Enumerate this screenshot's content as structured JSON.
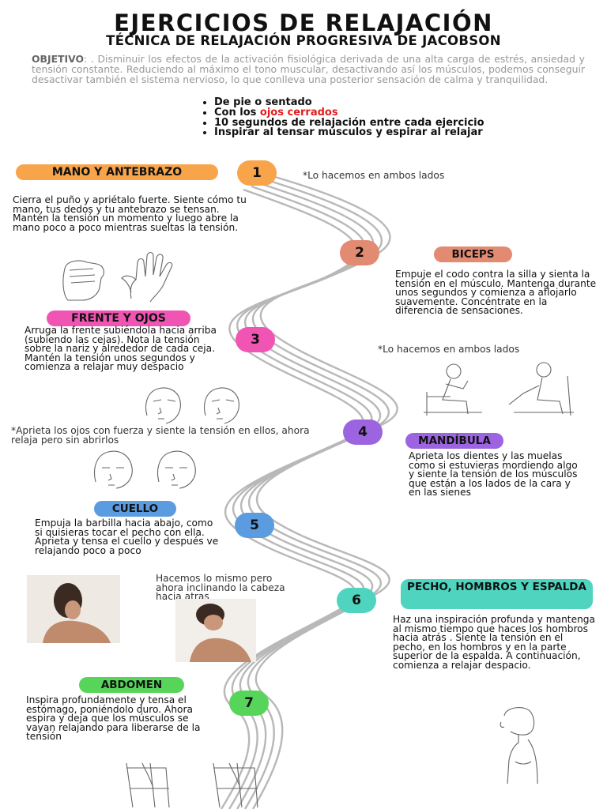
{
  "header": {
    "title": "EJERCICIOS DE RELAJACIÓN",
    "subtitle": "TÉCNICA DE RELAJACIÓN PROGRESIVA DE JACOBSON"
  },
  "objective": {
    "label": "OBJETIVO",
    "text": ": . Disminuir los efectos de la activación fisiológica derivada de una alta carga de estrés, ansiedad y tensión constante. Reduciendo al máximo el tono muscular, desactivando así los músculos, podemos conseguir desactivar también el sistema nervioso, lo que conlleva una posterior sensación de calma y tranquilidad."
  },
  "bullets": {
    "b1": "De pie o sentado",
    "b2_prefix": "Con los ",
    "b2_highlight": "ojos cerrados",
    "b3": "10 segundos de relajación entre cada ejercicio",
    "b4": "Inspirar al tensar músculos y espirar al relajar"
  },
  "steps": {
    "s1": {
      "num": "1",
      "title": "MANO Y ANTEBRAZO",
      "note": "*Lo hacemos en ambos lados",
      "text": "Cierra el puño y apriétalo fuerte. Siente cómo tu mano, tus dedos y tu antebrazo se tensan. Mantén la tensión un momento y luego abre la mano poco a poco mientras sueltas la tensión."
    },
    "s2": {
      "num": "2",
      "title": "BICEPS",
      "note": "*Lo hacemos en ambos lados",
      "text": "Empuje el codo contra la silla y sienta la tensión en el músculo. Mantenga durante unos segundos y comienza a aflojarlo suavemente. Concéntrate en la diferencia de sensaciones."
    },
    "s3": {
      "num": "3",
      "title": "FRENTE Y OJOS",
      "note": "*Aprieta los ojos con fuerza y siente la tensión en ellos, ahora relaja pero sin abrirlos",
      "text": "Arruga la frente subiéndola hacia arriba (subiendo las cejas). Nota la tensión sobre la nariz y alrededor de cada ceja. Mantén la tensión unos segundos y comienza a relajar muy despacio"
    },
    "s4": {
      "num": "4",
      "title": "MANDÍBULA",
      "text": "Aprieta los dientes y las muelas como si estuvieras mordiendo algo y siente la tensión de los músculos que están a los lados de la cara y en las sienes"
    },
    "s5": {
      "num": "5",
      "title": "CUELLO",
      "note": "Hacemos lo mismo pero ahora inclinando la cabeza hacia atras",
      "text": "Empuja la barbilla hacia abajo, como si quisieras tocar el pecho con ella. Aprieta y tensa el cuello y después ve relajando poco a poco"
    },
    "s6": {
      "num": "6",
      "title": "PECHO, HOMBROS Y ESPALDA",
      "text": "Haz una inspiración profunda y mantenga al mismo tiempo que haces los hombros hacia atrás . Siente la tensión en el pecho, en los hombros y en la parte superior de la espalda. A continuación, comienza a relajar despacio."
    },
    "s7": {
      "num": "7",
      "title": "ABDOMEN",
      "text": "Inspira profundamente y tensa el estómago, poniéndolo duro. Ahora espira y deja que los músculos se vayan relajando para liberarse de la tensión"
    }
  },
  "colors": {
    "orange": "#f7a44a",
    "salmon": "#e38a72",
    "pink": "#f155b4",
    "purple": "#9c64e0",
    "blue": "#5b9be0",
    "teal": "#4ed4bf",
    "green": "#57d55b",
    "road": "#b8b8b8"
  }
}
